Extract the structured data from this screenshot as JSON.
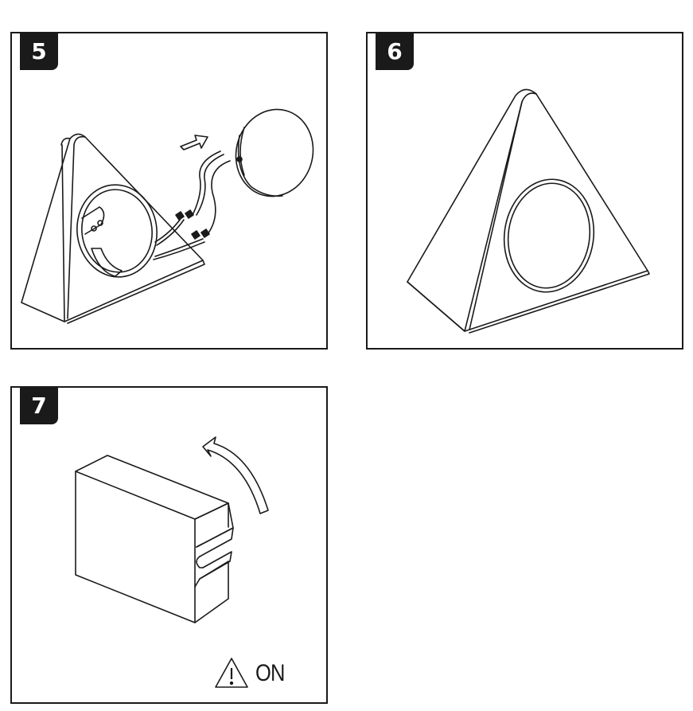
{
  "steps": [
    {
      "number": "5",
      "illustration": "connect-light-disc-wires-to-triangular-housing"
    },
    {
      "number": "6",
      "illustration": "assembled-triangular-light"
    },
    {
      "number": "7",
      "illustration": "switch-on-rocker-switch"
    }
  ],
  "warning": {
    "icon": "warning-triangle-icon",
    "text": "ON"
  },
  "colors": {
    "line": "#1a1a1a",
    "badge": "#1a1a1a",
    "badge_text": "#ffffff"
  }
}
